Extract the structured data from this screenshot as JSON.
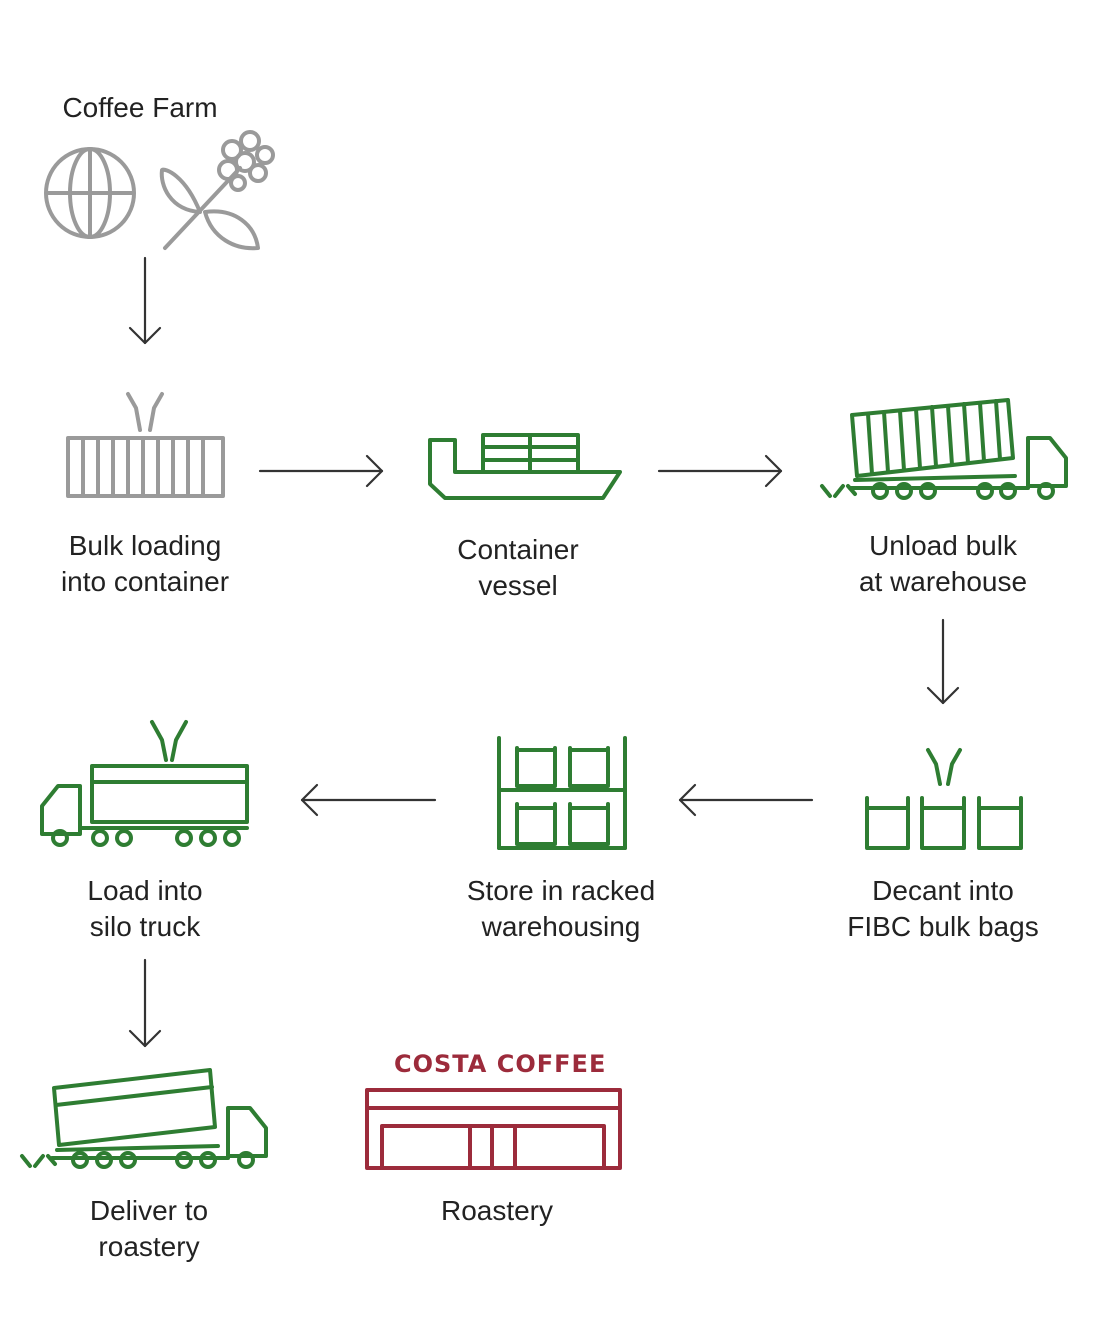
{
  "colors": {
    "grey": "#9a9a9a",
    "green": "#2e7d32",
    "red": "#9c2b3b",
    "arrow": "#333333"
  },
  "steps": {
    "farm": "Coffee Farm",
    "bulk_loading": "Bulk loading\ninto container",
    "vessel": "Container\nvessel",
    "unload": "Unload bulk\nat warehouse",
    "decant": "Decant into\nFIBC bulk bags",
    "store": "Store in racked\nwarehousing",
    "silo": "Load into\nsilo truck",
    "deliver": "Deliver to\nroastery",
    "roastery": "Roastery"
  },
  "brand": "COSTA COFFEE",
  "icons": [
    "globe-icon",
    "coffee-plant-icon",
    "container-icon",
    "vessel-icon",
    "tipper-truck-icon",
    "bags-icon",
    "racking-icon",
    "silo-truck-icon",
    "delivery-truck-icon",
    "roastery-building-icon"
  ]
}
